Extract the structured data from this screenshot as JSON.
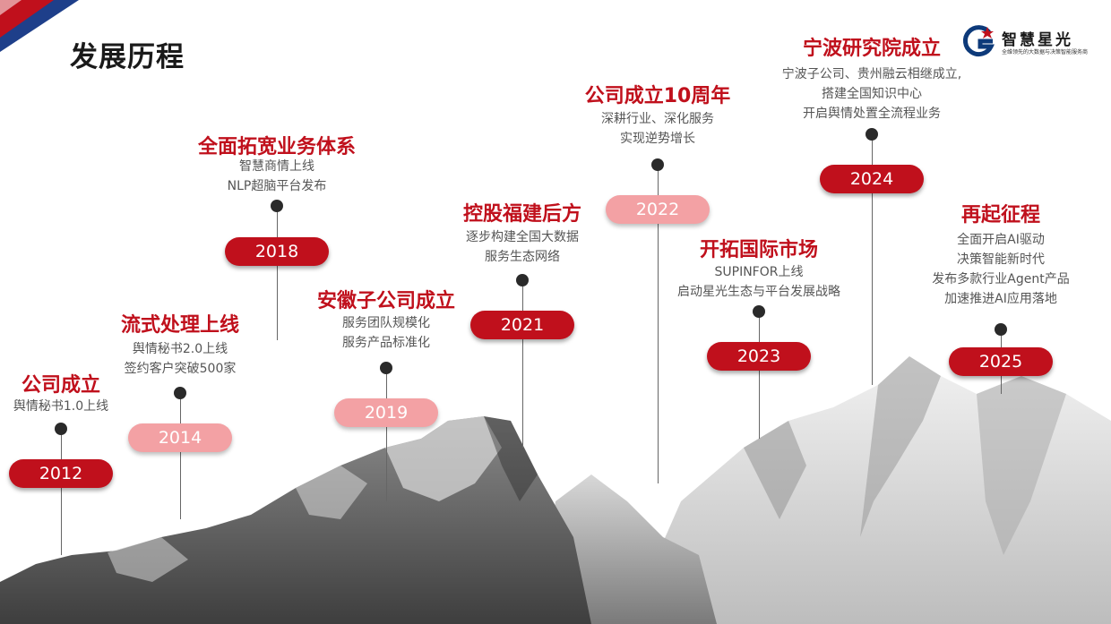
{
  "page": {
    "title": "发展历程"
  },
  "brand": {
    "name": "智慧星光",
    "tagline": "全维领先的大数据与决策智能服务商",
    "accent": "#c0101c",
    "logo_accent": "#0d3a7a"
  },
  "milestones": [
    {
      "year": "2012",
      "title": "公司成立",
      "lines": [
        "舆情秘书1.0上线"
      ],
      "style": "dark"
    },
    {
      "year": "2014",
      "title": "流式处理上线",
      "lines": [
        "舆情秘书2.0上线",
        "签约客户突破500家"
      ],
      "style": "light"
    },
    {
      "year": "2018",
      "title": "全面拓宽业务体系",
      "lines": [
        "智慧商情上线",
        "NLP超脑平台发布"
      ],
      "style": "dark"
    },
    {
      "year": "2019",
      "title": "安徽子公司成立",
      "lines": [
        "服务团队规模化",
        "服务产品标准化"
      ],
      "style": "light"
    },
    {
      "year": "2021",
      "title": "控股福建后方",
      "lines": [
        "逐步构建全国大数据",
        "服务生态网络"
      ],
      "style": "dark"
    },
    {
      "year": "2022",
      "title": "公司成立10周年",
      "lines": [
        "深耕行业、深化服务",
        "实现逆势增长"
      ],
      "style": "light"
    },
    {
      "year": "2023",
      "title": "开拓国际市场",
      "lines": [
        "SUPINFOR上线",
        "启动星光生态与平台发展战略"
      ],
      "style": "dark"
    },
    {
      "year": "2024",
      "title": "宁波研究院成立",
      "lines": [
        "宁波子公司、贵州融云相继成立,",
        "搭建全国知识中心",
        "开启舆情处置全流程业务"
      ],
      "style": "dark"
    },
    {
      "year": "2025",
      "title": "再起征程",
      "lines": [
        "全面开启AI驱动",
        "决策智能新时代",
        "发布多款行业Agent产品",
        "加速推进AI应用落地"
      ],
      "style": "dark"
    }
  ]
}
